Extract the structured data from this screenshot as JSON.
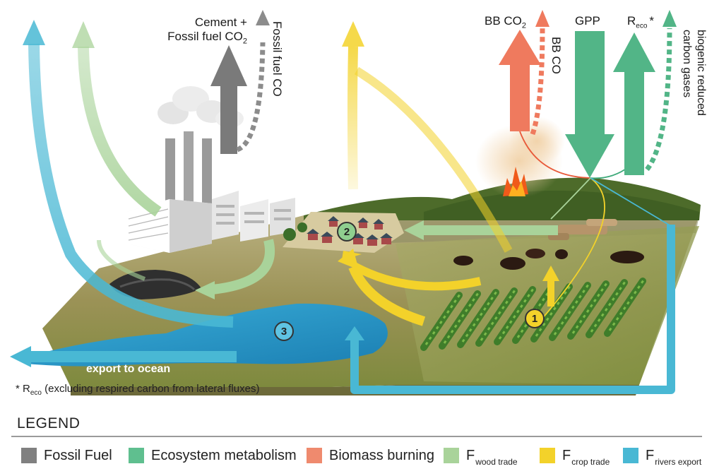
{
  "labels": {
    "cement_line1": "Cement +",
    "cement_line2": "Fossil fuel CO",
    "cement_sub": "2",
    "fossil_co": "Fossil fuel CO",
    "bb_co2": "BB CO",
    "bb_co2_sub": "2",
    "bb_co": "BB CO",
    "gpp": "GPP",
    "reco": "R",
    "reco_sub": "eco",
    "reco_star": "*",
    "biogenic_line1": "biogenic reduced",
    "biogenic_line2": "carbon gases",
    "export": "export to ocean"
  },
  "markers": [
    "1",
    "2",
    "3"
  ],
  "footnote": {
    "star": "* R",
    "sub": "eco",
    "text": " (excluding respired carbon from lateral fluxes)"
  },
  "legend": {
    "title": "LEGEND",
    "items": [
      {
        "label": "Fossil Fuel",
        "color": "#808080"
      },
      {
        "label": "Ecosystem metabolism",
        "color": "#5fbf8f"
      },
      {
        "label": "Biomass burning",
        "color": "#ef8a6e"
      },
      {
        "label": "F",
        "sub": "wood trade",
        "color": "#a9d39a"
      },
      {
        "label": "F",
        "sub": "crop trade",
        "color": "#f3d22a"
      },
      {
        "label": "F",
        "sub": "rivers export",
        "color": "#49b8d4"
      }
    ]
  },
  "colors": {
    "fossil": "#808080",
    "ecosystem": "#5fbf8f",
    "biomass": "#ef8a6e",
    "wood": "#a9d39a",
    "crop": "#f3d22a",
    "rivers": "#49b8d4"
  }
}
